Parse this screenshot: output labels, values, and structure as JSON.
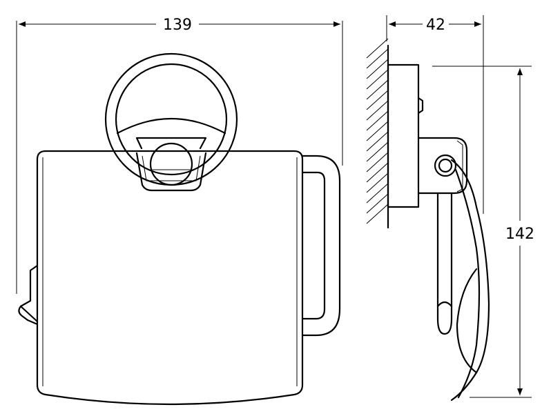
{
  "dimensions": {
    "front_width": "139",
    "side_depth": "42",
    "side_height": "142"
  },
  "colors": {
    "line": "#000000",
    "background": "#ffffff"
  }
}
